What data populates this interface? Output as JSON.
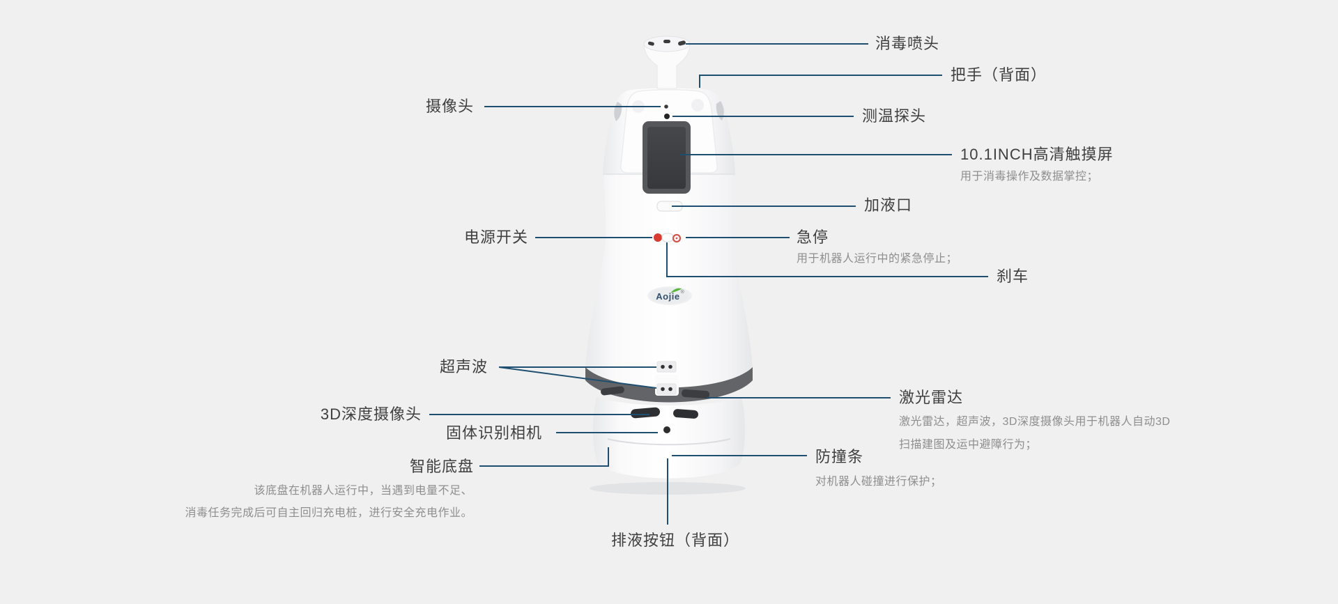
{
  "brand": {
    "logo_text": "Aojie",
    "logo_mark": "®"
  },
  "colors": {
    "background": "#f0f0f1",
    "leader_line": "#1e4f70",
    "label_text": "#3f3f40",
    "description_text": "#8e8e8f",
    "power_button_red": "#d93a31",
    "logo_green": "#58b53c",
    "logo_navy": "#32506e"
  },
  "labels": {
    "spray": {
      "title": "消毒喷头"
    },
    "handle": {
      "title": "把手（背面）"
    },
    "camera": {
      "title": "摄像头"
    },
    "temp": {
      "title": "测温探头"
    },
    "screen": {
      "title": "10.1INCH高清触摸屏",
      "desc": "用于消毒操作及数据掌控；"
    },
    "liquid": {
      "title": "加液口"
    },
    "power": {
      "title": "电源开关"
    },
    "estop": {
      "title": "急停",
      "desc": "用于机器人运行中的紧急停止；"
    },
    "brake": {
      "title": "刹车"
    },
    "ultrasonic": {
      "title": "超声波"
    },
    "lidar": {
      "title": "激光雷达",
      "desc1": "激光雷达，超声波，3D深度摄像头用于机器人自动3D",
      "desc2": "扫描建图及运中避障行为；"
    },
    "depth_camera": {
      "title": "3D深度摄像头"
    },
    "solid_camera": {
      "title": "固体识别相机"
    },
    "chassis": {
      "title": "智能底盘",
      "desc1": "该底盘在机器人运行中，当遇到电量不足、",
      "desc2": "消毒任务完成后可自主回归充电桩，进行安全充电作业。"
    },
    "bumper": {
      "title": "防撞条",
      "desc": "对机器人碰撞进行保护；"
    },
    "drain": {
      "title": "排液按钮（背面）"
    }
  }
}
